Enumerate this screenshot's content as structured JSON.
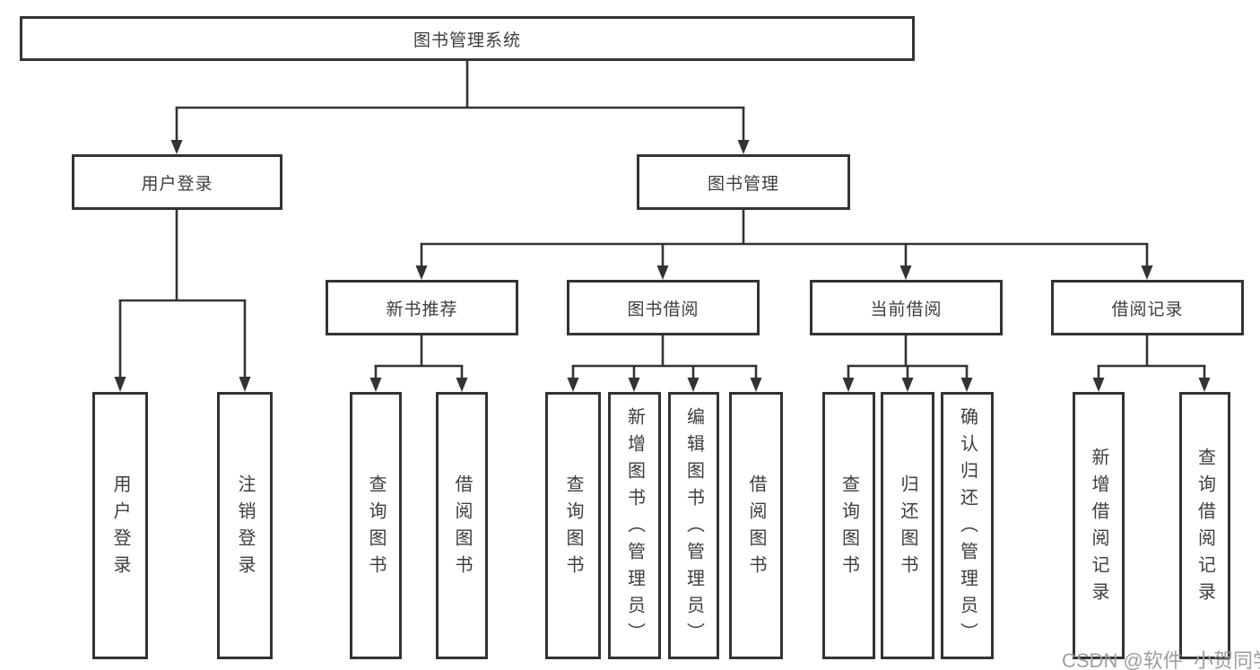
{
  "diagram": {
    "title": "图书管理系统",
    "branches": [
      {
        "label": "用户登录",
        "children": [
          "用户登录",
          "注销登录"
        ]
      },
      {
        "label": "图书管理",
        "groups": [
          {
            "label": "新书推荐",
            "children": [
              "查询图书",
              "借阅图书"
            ]
          },
          {
            "label": "图书借阅",
            "children": [
              "查询图书",
              "新增图书（管理员）",
              "编辑图书（管理员）",
              "借阅图书"
            ]
          },
          {
            "label": "当前借阅",
            "children": [
              "查询图书",
              "归还图书",
              "确认归还（管理员）"
            ]
          },
          {
            "label": "借阅记录",
            "children": [
              "新增借阅记录",
              "查询借阅记录"
            ]
          }
        ]
      }
    ]
  },
  "watermark": {
    "text": "CSDN @软件_小贺同学"
  },
  "colors": {
    "line": "#333333",
    "text": "#3d3d3d",
    "watermark": "#9e9e9e",
    "background": "#ffffff"
  }
}
